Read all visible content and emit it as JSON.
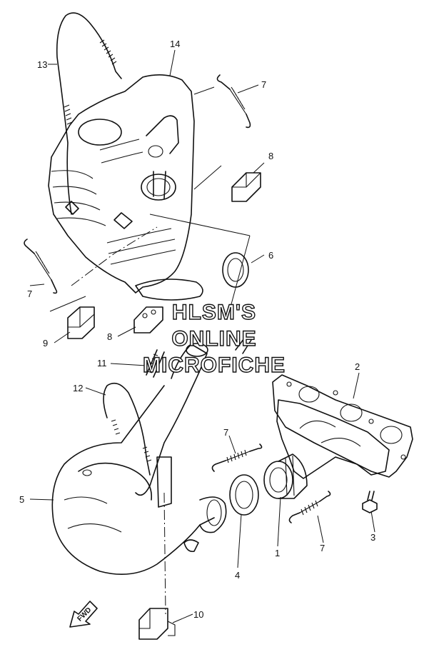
{
  "callouts": {
    "c1": "1",
    "c2": "2",
    "c3": "3",
    "c4": "4",
    "c5": "5",
    "c6": "6",
    "c7a": "7",
    "c7b": "7",
    "c7c": "7",
    "c7d": "7",
    "c8a": "8",
    "c8b": "8",
    "c9": "9",
    "c10": "10",
    "c11": "11",
    "c12": "12",
    "c13": "13",
    "c14": "14"
  },
  "watermark": {
    "line1": "HLSM'S",
    "line2": "ONLINE",
    "line3": "MICROFICHE"
  },
  "fwd_arrow": {
    "label": "FWD"
  }
}
